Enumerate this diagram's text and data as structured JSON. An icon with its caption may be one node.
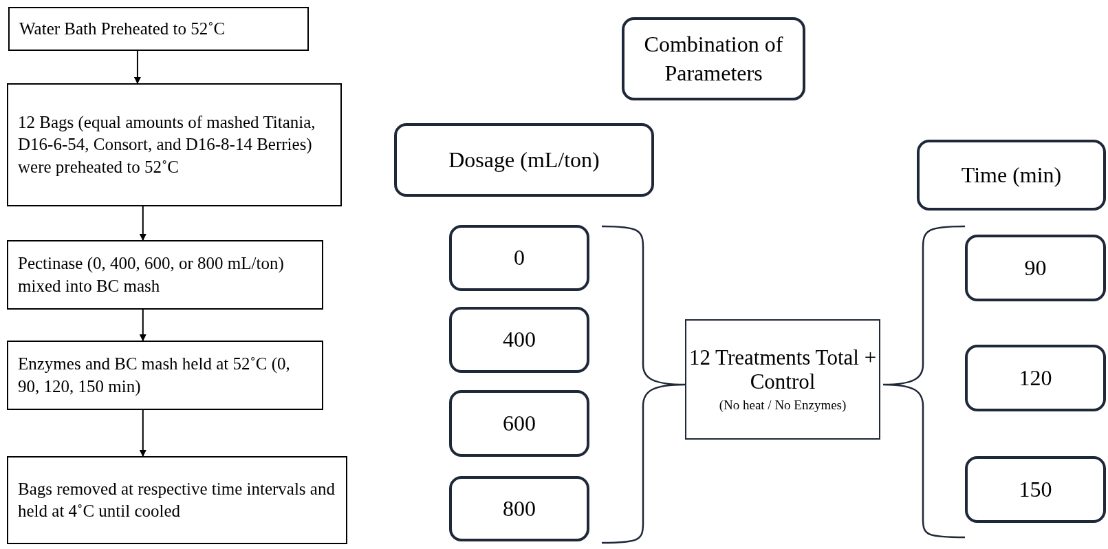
{
  "diagram": {
    "nodes": [
      {
        "text": [
          "Water Bath Preheated to 52˚C"
        ]
      },
      {
        "text": [
          "12 Bags (equal amounts of mashed Titania, D16-6-54, Consort, and D16-8-14 Berries) were preheated to 52˚C"
        ]
      },
      {
        "text": [
          "Pectinase (0, 400, 600, or 800 mL/ton) mixed into BC mash"
        ]
      },
      {
        "text": [
          "Enzymes and BC mash held at 52˚C (0, 90, 120, 150 min)"
        ]
      },
      {
        "text": [
          "Bags removed at respective time intervals and held at 4˚C until cooled"
        ]
      },
      {
        "text": [
          "Combination of Parameters"
        ]
      },
      {
        "text": [
          "Dosage (mL/ton)"
        ]
      },
      {
        "text": [
          "Time (min)"
        ]
      },
      {
        "text": [
          "0"
        ]
      },
      {
        "text": [
          "400"
        ]
      },
      {
        "text": [
          "600"
        ]
      },
      {
        "text": [
          "800"
        ]
      },
      {
        "text": [
          "12 Treatments Total + Control",
          "(No heat / No Enzymes)"
        ]
      },
      {
        "text": [
          "90"
        ]
      },
      {
        "text": [
          "120"
        ]
      },
      {
        "text": [
          "150"
        ]
      }
    ],
    "edges": [
      {
        "from": 0,
        "to": 1,
        "arrow": "to"
      },
      {
        "from": 1,
        "to": 2,
        "arrow": "to"
      },
      {
        "from": 2,
        "to": 3,
        "arrow": "to"
      },
      {
        "from": 3,
        "to": 4,
        "arrow": "to"
      }
    ]
  }
}
